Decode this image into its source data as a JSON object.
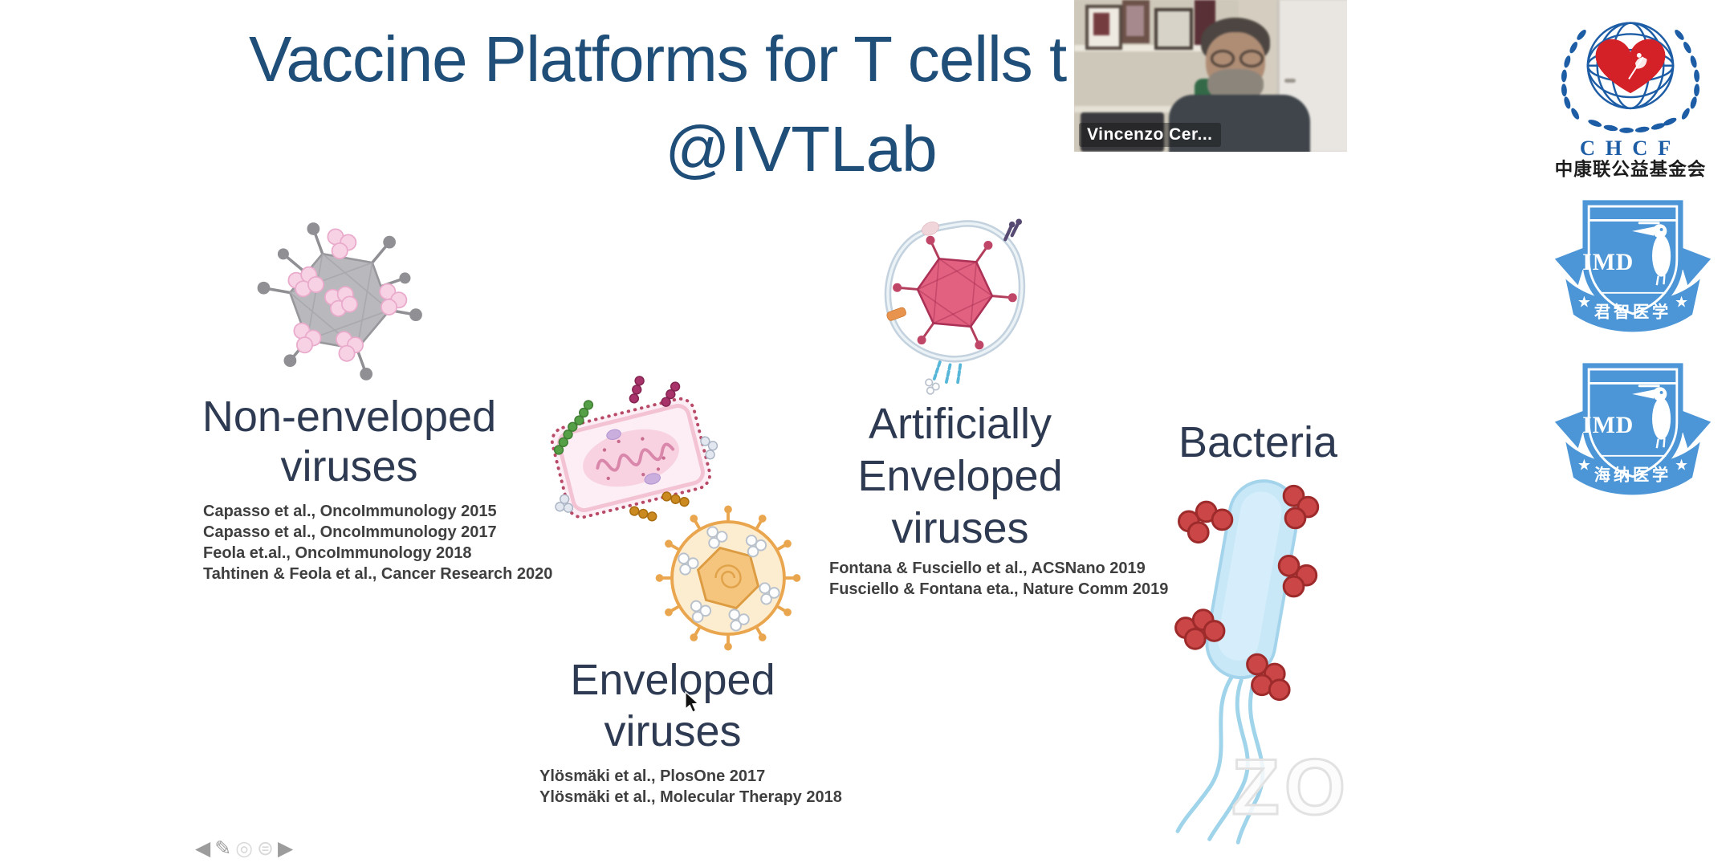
{
  "slide": {
    "title_line1": "Vaccine Platforms for T cells t",
    "title_line2": "@IVTLab",
    "platforms": [
      {
        "id": "non-enveloped-viruses",
        "label_lines": [
          "Non-enveloped",
          "viruses"
        ],
        "citations": [
          "Capasso et al.,  OncoImmunology 2015",
          "Capasso et al., OncoImmunology 2017",
          "Feola et.al., OncoImmunology 2018",
          "Tahtinen & Feola et al., Cancer Research 2020"
        ]
      },
      {
        "id": "enveloped-viruses",
        "label_lines": [
          "Enveloped",
          "viruses"
        ],
        "citations": [
          "Ylösmäki et al., PlosOne 2017",
          "Ylösmäki et al., Molecular Therapy 2018"
        ]
      },
      {
        "id": "artificially-enveloped-viruses",
        "label_lines": [
          "Artificially",
          "Enveloped",
          "viruses"
        ],
        "citations": [
          "Fontana & Fusciello et al., ACSNano 2019",
          "Fusciello & Fontana eta., Nature Comm 2019"
        ]
      },
      {
        "id": "bacteria",
        "label_lines": [
          "Bacteria"
        ],
        "citations": []
      }
    ],
    "watermark": "ZO"
  },
  "webcam": {
    "participant_name": "Vincenzo Cer..."
  },
  "logos": {
    "chcf": {
      "acronym": "CHCF",
      "chinese_name": "中康联公益基金会"
    },
    "imd_badges": [
      {
        "abbr": "IMD",
        "ribbon_text": "君智医学"
      },
      {
        "abbr": "IMD",
        "ribbon_text": "海纳医学"
      }
    ]
  },
  "toolbar": {
    "items": [
      {
        "name": "previous-slide",
        "glyph": "◀"
      },
      {
        "name": "pen-tool",
        "glyph": "✎"
      },
      {
        "name": "laser-pointer",
        "glyph": "◎"
      },
      {
        "name": "slide-overview",
        "glyph": "⊜"
      },
      {
        "name": "next-slide",
        "glyph": "▶"
      }
    ]
  },
  "colors": {
    "title_blue": "#1f4e79",
    "label_navy": "#2d3a52",
    "citation_gray": "#3f3f3f",
    "chcf_blue": "#1d5da6",
    "chcf_red": "#d42027",
    "imd_blue": "#4c96d7",
    "bacteria_blue": "#c8e7f7",
    "cocci_red": "#cb4646",
    "capsid_pink": "#e26180",
    "virus_gray": "#b9b9bd",
    "envelope_orange": "#eaa64e"
  }
}
